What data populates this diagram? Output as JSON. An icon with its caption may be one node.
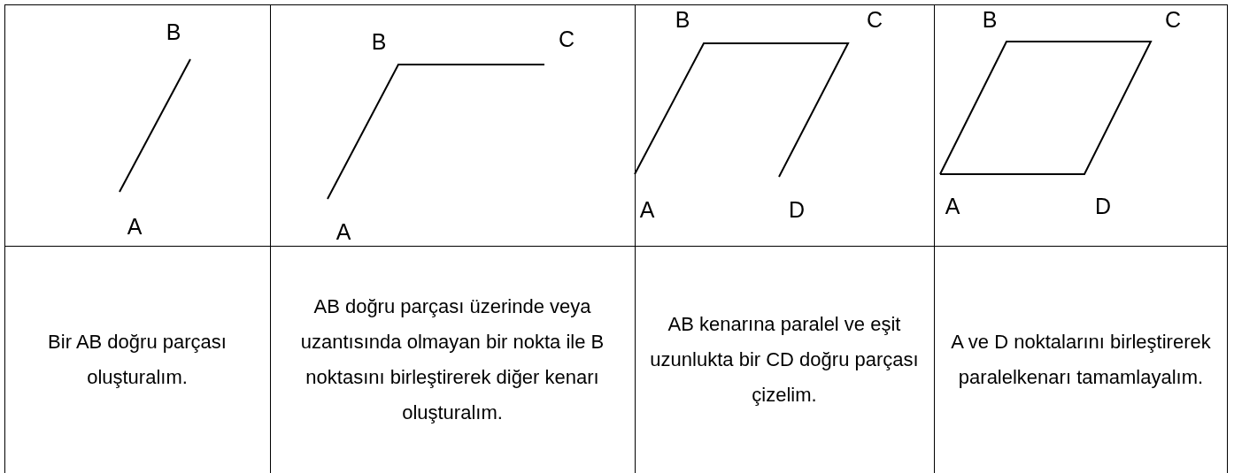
{
  "diagram": {
    "labels": [
      "B",
      "A",
      "B",
      "C",
      "A",
      "B",
      "C",
      "A",
      "D",
      "B",
      "C",
      "A",
      "D",
      "Bir AB doğru parçası oluşturalım.",
      "AB doğru parçası üzerinde veya uzantısında olmayan bir nokta ile B noktasını birleştirerek diğer kenarı oluşturalım.",
      "AB kenarına paralel ve eşit uzunlukta bir CD doğru parçası çizelim.",
      "A ve D noktalarını birleştirerek paralelkenarı tamamlayalım."
    ]
  }
}
